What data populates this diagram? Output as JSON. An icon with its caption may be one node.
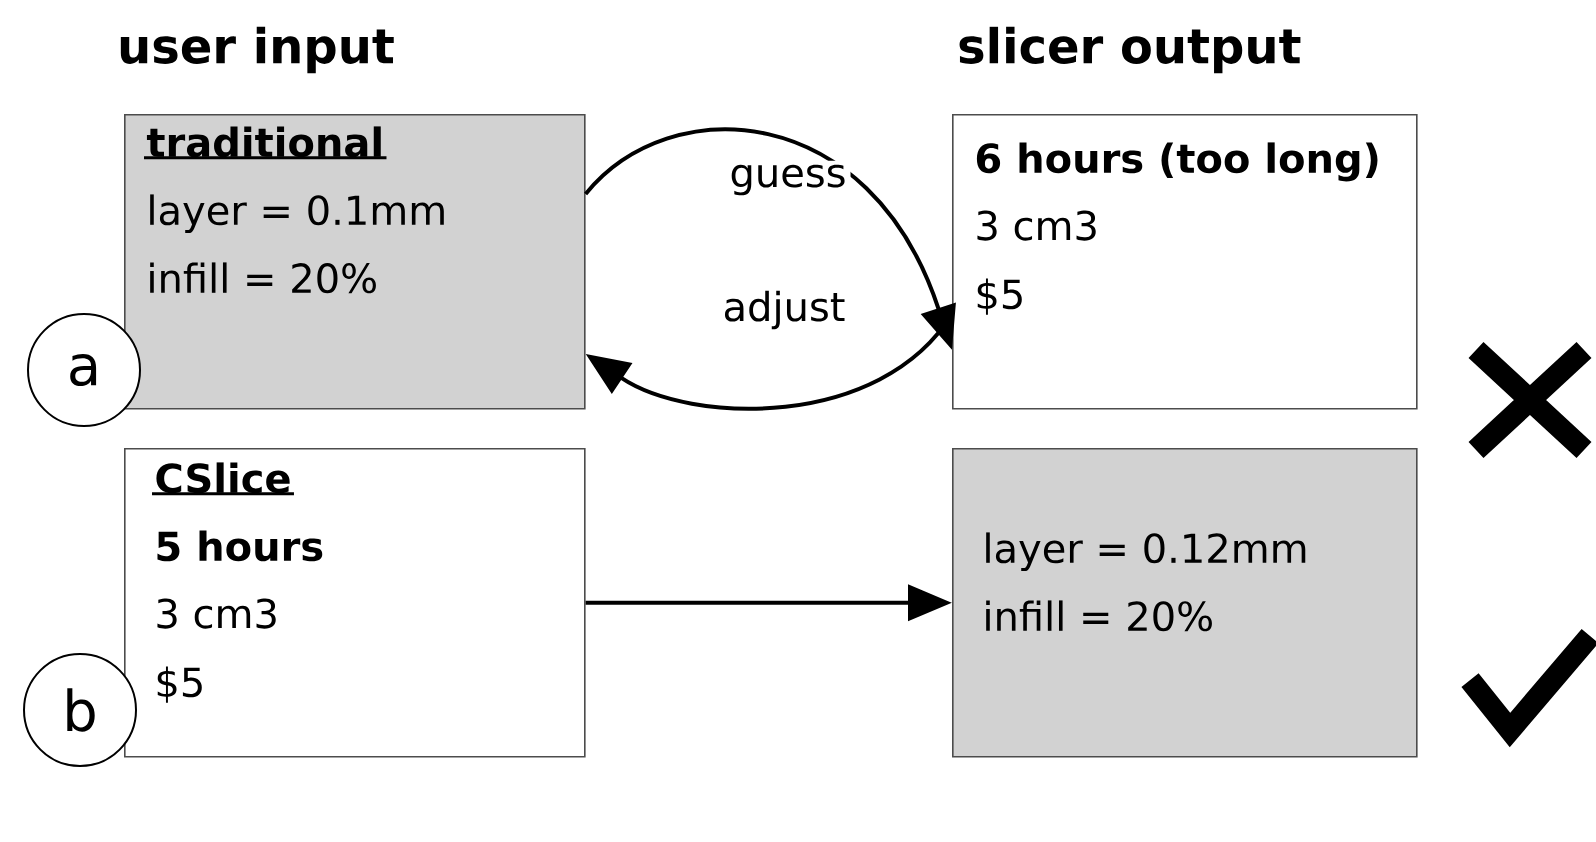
{
  "diagram": {
    "nodes": [
      {
        "text": [
          "traditional",
          "layer = 0.1mm",
          "infill = 20%"
        ]
      },
      {
        "text": [
          "6 hours (too long)",
          "3 cm3",
          "$5"
        ]
      },
      {
        "text": [
          "CSlice",
          "5 hours",
          "3 cm3",
          "$5"
        ]
      },
      {
        "text": [
          "layer = 0.12mm",
          "infill = 20%"
        ]
      },
      {
        "text": [
          "a"
        ]
      },
      {
        "text": [
          "b"
        ]
      }
    ],
    "edges": [
      {
        "from": 0,
        "to": 1,
        "arrow": "to",
        "label": "guess"
      },
      {
        "from": 1,
        "to": 0,
        "arrow": "to",
        "label": "adjust"
      },
      {
        "from": 2,
        "to": 3,
        "arrow": "to"
      }
    ],
    "labels": [
      "user input",
      "slicer output"
    ]
  }
}
